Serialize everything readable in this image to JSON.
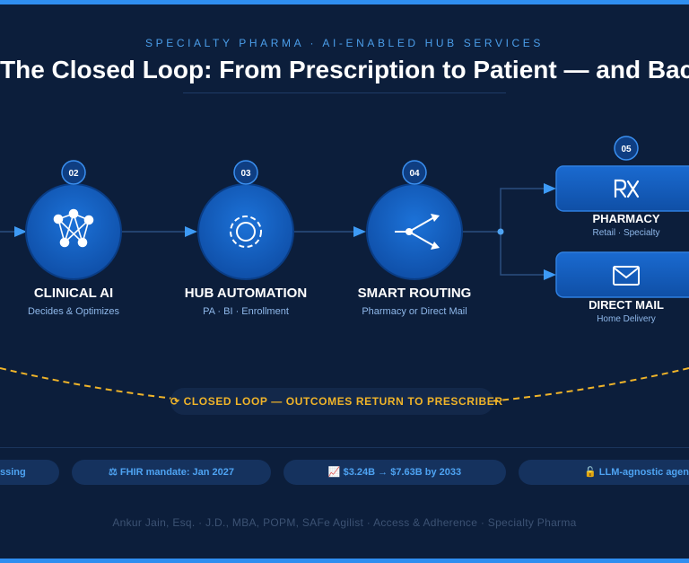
{
  "header": {
    "eyebrow": "SPECIALTY PHARMA · AI-ENABLED HUB SERVICES",
    "title": "The Closed Loop: From Prescription to Patient — and Back"
  },
  "nodes": [
    {
      "num": "02",
      "label": "CLINICAL AI",
      "sub": "Decides & Optimizes",
      "icon": "network-icon"
    },
    {
      "num": "03",
      "label": "HUB AUTOMATION",
      "sub": "PA · BI · Enrollment",
      "icon": "gear-icon"
    },
    {
      "num": "04",
      "label": "SMART ROUTING",
      "sub": "Pharmacy or Direct Mail",
      "icon": "routing-icon"
    }
  ],
  "destinations": [
    {
      "num": "05",
      "label": "PHARMACY",
      "sub": "Retail · Specialty",
      "icon": "rx-icon"
    },
    {
      "label": "DIRECT MAIL",
      "sub": "Home Delivery",
      "icon": "mail-icon"
    }
  ],
  "loop": {
    "label": "⟳ CLOSED LOOP — OUTCOMES RETURN TO PRESCRIBER"
  },
  "stats": [
    {
      "label": "ssing"
    },
    {
      "label": "⚖ FHIR mandate: Jan 2027"
    },
    {
      "label": "📈 $3.24B → $7.63B by 2033"
    },
    {
      "label": "🔓 LLM-agnostic agen"
    }
  ],
  "footer": {
    "text": "Ankur Jain, Esq. · J.D., MBA, POPM, SAFe Agilist · Access & Adherence · Specialty Pharma"
  },
  "colors": {
    "accent": "#2f8ef0",
    "node_fill": "#1565c8",
    "loop": "#f0b429",
    "background": "#0c1e3b"
  }
}
